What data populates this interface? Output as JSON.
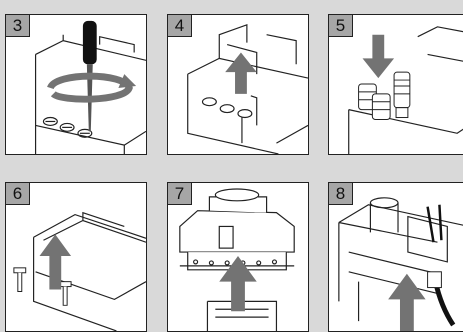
{
  "steps": [
    {
      "number": "3"
    },
    {
      "number": "4"
    },
    {
      "number": "5"
    },
    {
      "number": "6"
    },
    {
      "number": "7"
    },
    {
      "number": "8"
    }
  ],
  "colors": {
    "arrow": "#737373",
    "badge": "#a6a6a6",
    "background": "#d9d9d9",
    "line": "#222222"
  }
}
